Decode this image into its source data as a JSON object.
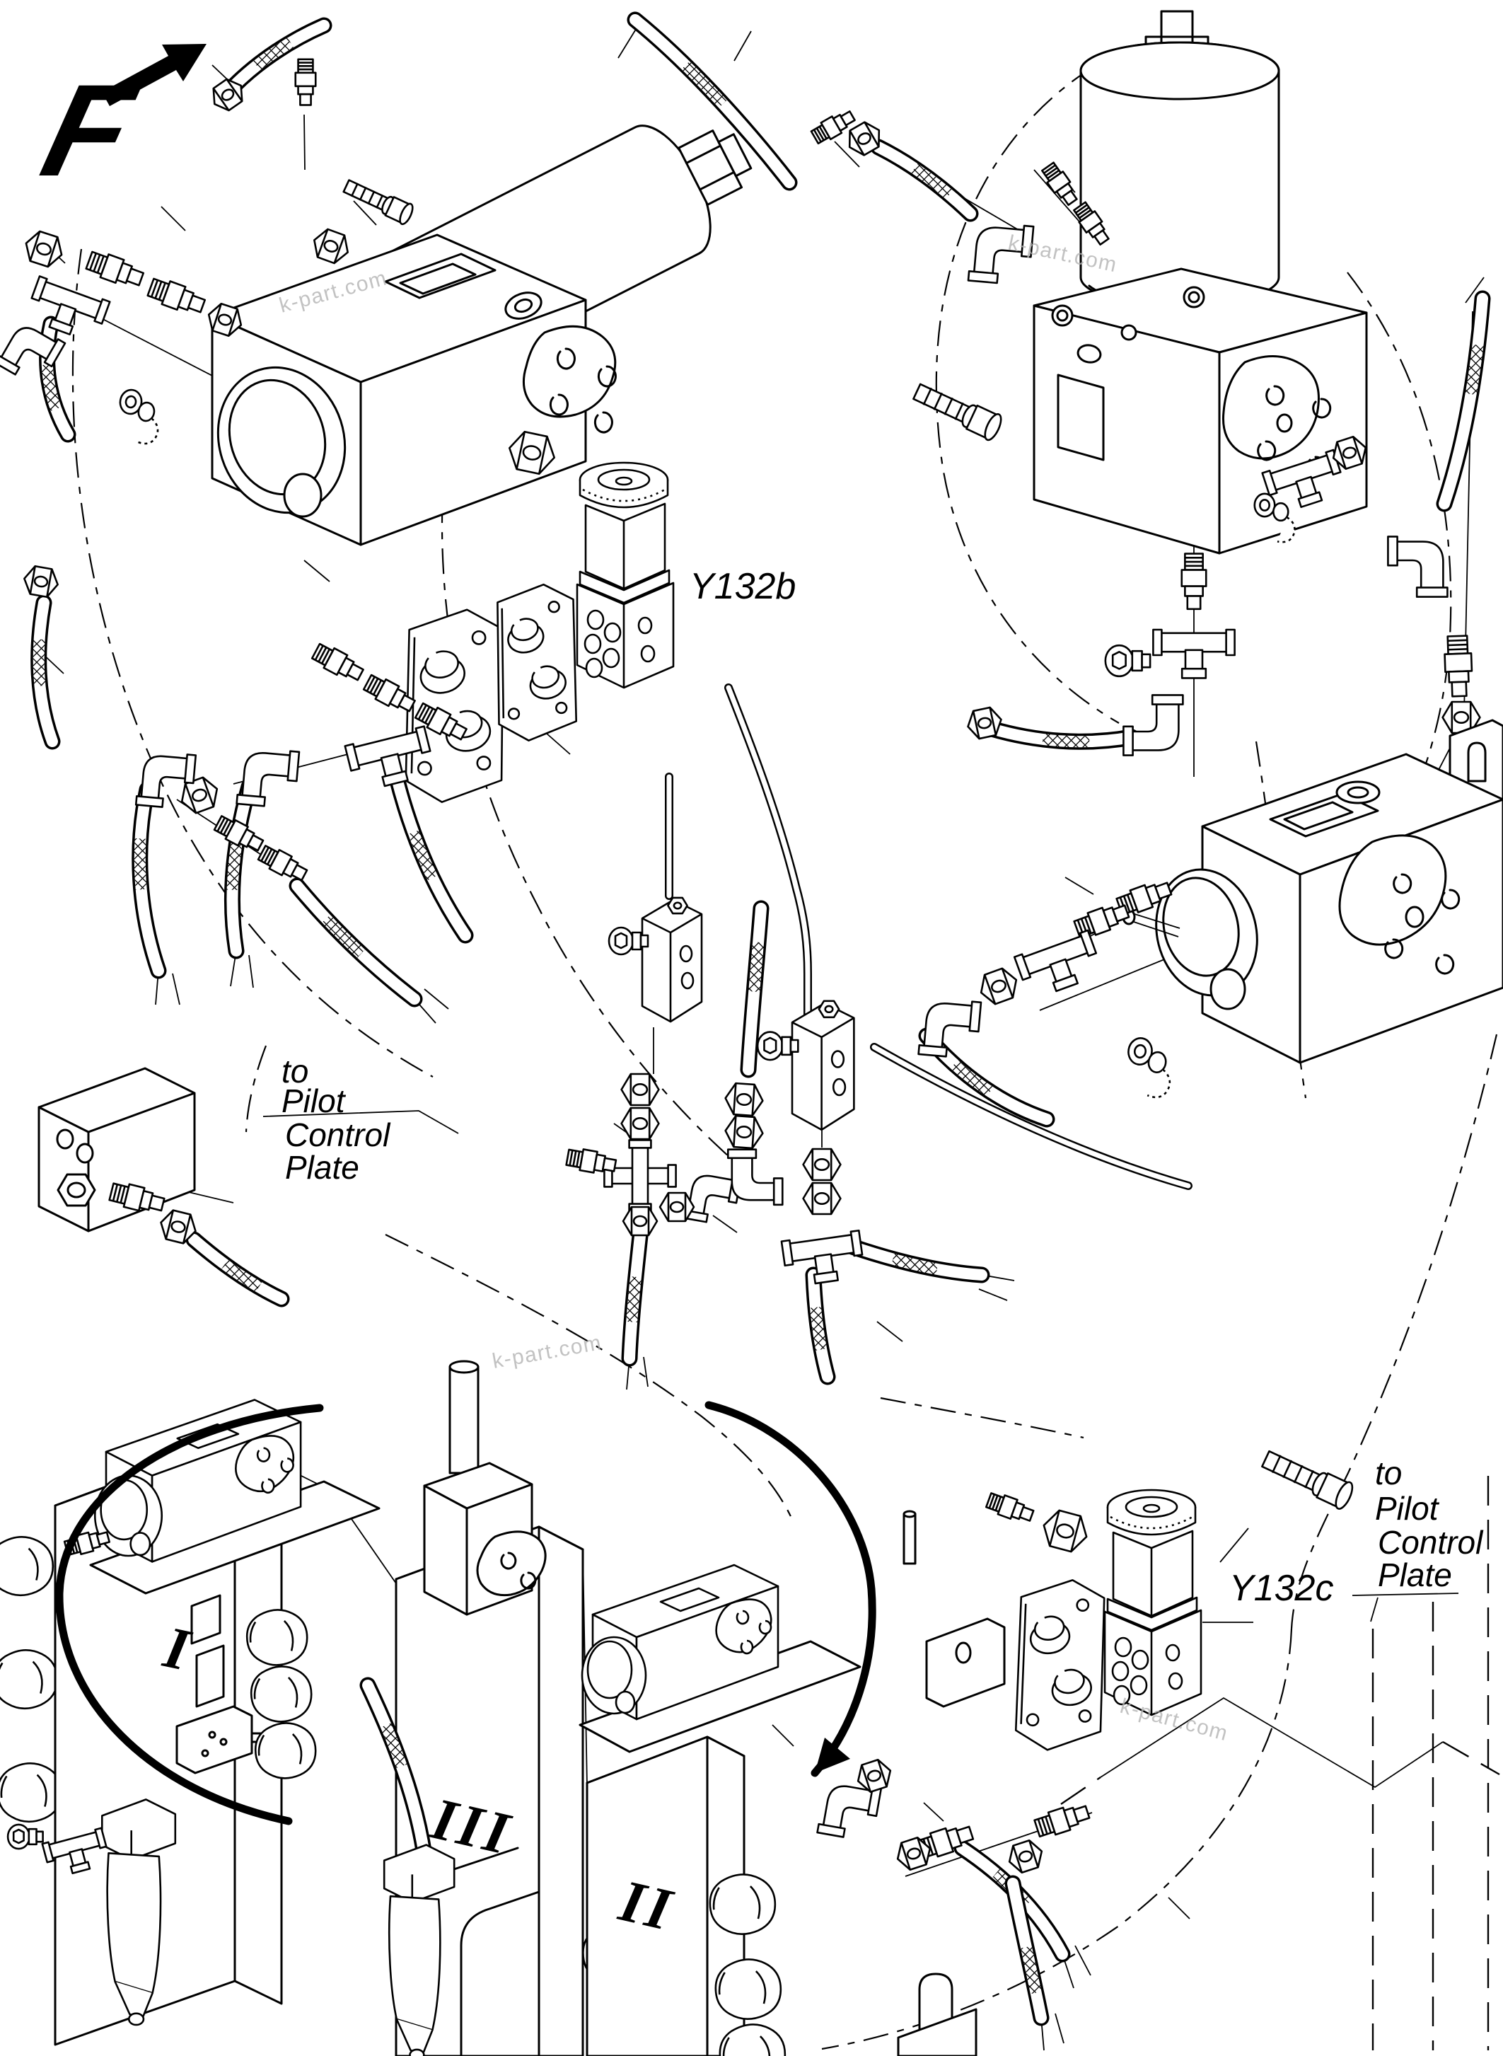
{
  "diagram": {
    "view_flag": "F",
    "labels": {
      "solenoid_valve_b": "Y132b",
      "solenoid_valve_c": "Y132c",
      "section_i": "I",
      "section_ii": "II",
      "section_iii": "III"
    },
    "notes": {
      "pilot_left": {
        "l1": "to",
        "l2": "Pilot",
        "l3": "Control",
        "l4": "Plate"
      },
      "pilot_right": {
        "l1": "to",
        "l2": "Pilot",
        "l3": "Control",
        "l4": "Plate"
      }
    },
    "watermark": "k-part.com",
    "colors": {
      "background": "#ffffff",
      "line": "#000000",
      "watermark": "#b4b4b4"
    }
  }
}
